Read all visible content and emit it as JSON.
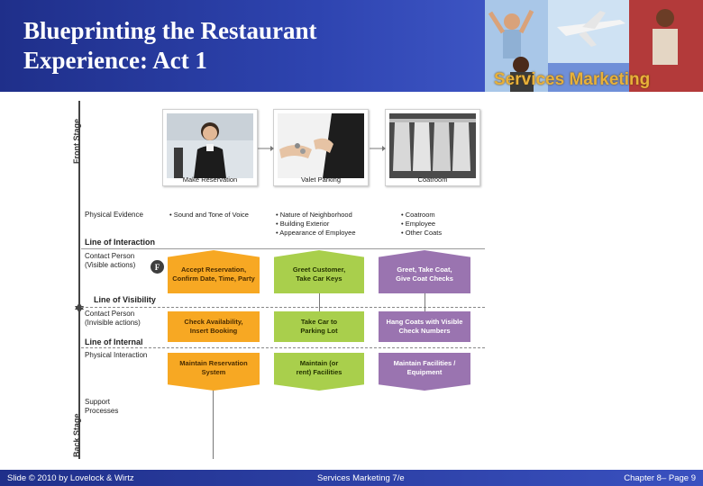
{
  "header": {
    "title_line1": "Blueprinting the Restaurant",
    "title_line2": "Experience: Act 1",
    "brand": "Services Marketing"
  },
  "axis": {
    "front_stage": "Front Stage",
    "back_stage": "Back Stage"
  },
  "row_labels": {
    "physical_evidence": "Physical Evidence",
    "line_of_interaction": "Line of Interaction",
    "contact_visible_1": "Contact Person",
    "contact_visible_2": "(Visible actions)",
    "line_of_visibility": "Line of Visibility",
    "contact_invisible_1": "Contact Person",
    "contact_invisible_2": "(Invisible actions)",
    "line_of_internal": "Line of Internal",
    "physical_interaction": "Physical Interaction",
    "support_1": "Support",
    "support_2": "Processes"
  },
  "photos": [
    {
      "caption": "Make Reservation"
    },
    {
      "caption": "Valet Parking"
    },
    {
      "caption": "Coatroom"
    }
  ],
  "evidence": {
    "col1": [
      "• Sound and Tone of Voice"
    ],
    "col2": [
      "• Nature of Neighborhood",
      "• Building Exterior",
      "• Appearance of Employee"
    ],
    "col3": [
      "• Coatroom",
      "• Employee",
      "• Other Coats"
    ]
  },
  "fail_point": "F",
  "visible_actions": {
    "c1_l1": "Accept Reservation,",
    "c1_l2": "Confirm Date, Time, Party",
    "c2_l1": "Greet Customer,",
    "c2_l2": "Take Car Keys",
    "c3_l1": "Greet, Take Coat,",
    "c3_l2": "Give Coat Checks"
  },
  "invisible_actions": {
    "c1_l1": "Check Availability,",
    "c1_l2": "Insert Booking",
    "c2_l1": "Take Car to",
    "c2_l2": "Parking Lot",
    "c3_l1": "Hang Coats with Visible",
    "c3_l2": "Check Numbers"
  },
  "support_processes": {
    "c1_l1": "Maintain Reservation",
    "c1_l2": "System",
    "c2_l1": "Maintain (or",
    "c2_l2": "rent) Facilities",
    "c3_l1": "Maintain Facilities /",
    "c3_l2": "Equipment"
  },
  "footer": {
    "left": "Slide © 2010 by Lovelock & Wirtz",
    "center": "Services Marketing 7/e",
    "right": "Chapter 8– Page 9"
  },
  "colors": {
    "header_blue": "#2e44b0",
    "brand_gold": "#e8b13a",
    "orange": "#f7a823",
    "green": "#a9cf4c",
    "purple": "#9a74b0"
  }
}
